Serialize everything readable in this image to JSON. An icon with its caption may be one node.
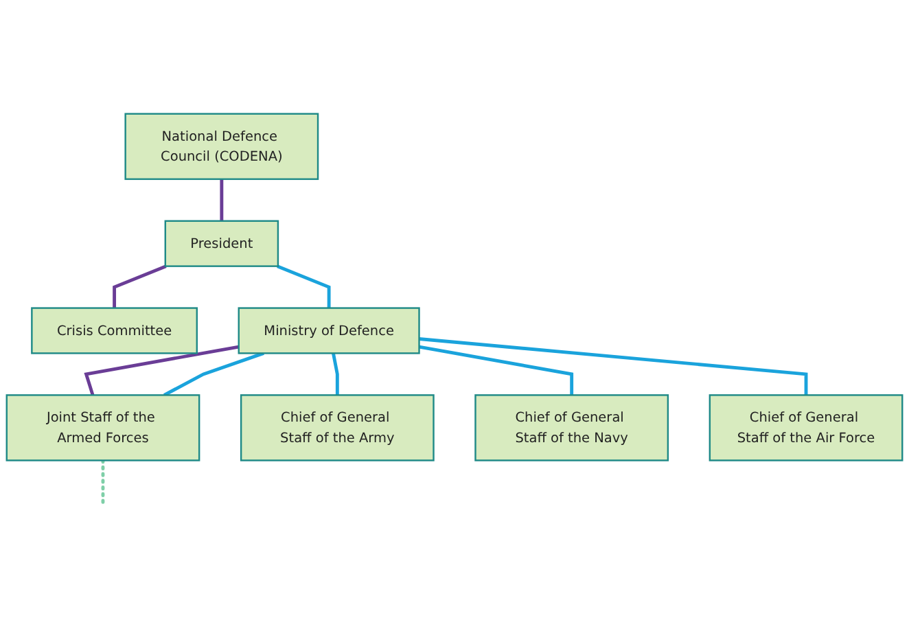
{
  "diagram": {
    "nodes": [
      {
        "text": [
          "National Defence Council (CODENA)"
        ]
      },
      {
        "text": [
          "President"
        ]
      },
      {
        "text": [
          "Crisis Committee"
        ]
      },
      {
        "text": [
          "Ministry of Defence"
        ]
      },
      {
        "text": [
          "Joint Staff of the Armed Forces"
        ]
      },
      {
        "text": [
          "Chief of General Staff of the Army"
        ]
      },
      {
        "text": [
          "Chief of General Staff of the Navy"
        ]
      },
      {
        "text": [
          "Chief of General Staff of the Air Force"
        ]
      }
    ],
    "edges": [
      {
        "from": 0,
        "to": 1,
        "arrow": "none",
        "color": "#6a3d96"
      },
      {
        "from": 1,
        "to": 2,
        "arrow": "none",
        "color": "#6a3d96"
      },
      {
        "from": 1,
        "to": 3,
        "arrow": "none"
      },
      {
        "from": 3,
        "to": 4,
        "arrow": "none",
        "color": "#6a3d96"
      },
      {
        "from": 3,
        "to": 4,
        "arrow": "none"
      },
      {
        "from": 4,
        "to": null,
        "arrow": "none",
        "style": "dashed",
        "color": "#7fcfa8"
      },
      {
        "from": 3,
        "to": 5,
        "arrow": "none"
      },
      {
        "from": 3,
        "to": 6,
        "arrow": "none"
      },
      {
        "from": 3,
        "to": 7,
        "arrow": "none"
      }
    ]
  }
}
